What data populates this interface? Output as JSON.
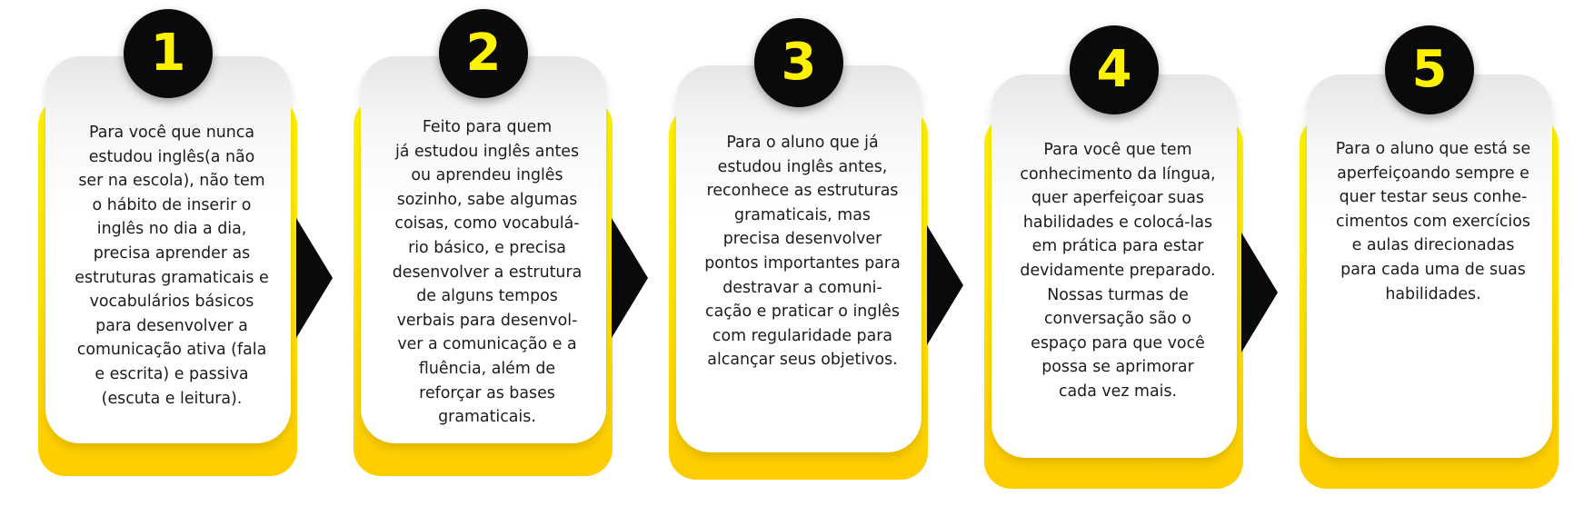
{
  "steps": [
    {
      "number": "1",
      "text": "Para você que nunca\nestudou inglês(a não\nser na escola), não tem\no hábito de inserir o\ninglês no dia a dia,\nprecisa aprender as\nestruturas gramaticais e\nvocabulários básicos\npara desenvolver a\ncomunicação ativa (fala\ne escrita) e passiva\n(escuta e leitura)."
    },
    {
      "number": "2",
      "text": "Feito para quem\njá estudou inglês antes\nou aprendeu inglês\nsozinho, sabe algumas\ncoisas, como vocabulá-\nrio básico, e precisa\ndesenvolver a estrutura\nde alguns tempos\nverbais para desenvol-\nver a comunicação e a\nfluência, além de\nreforçar as bases\ngramaticais."
    },
    {
      "number": "3",
      "text": "Para o aluno que já\nestudou inglês antes,\nreconhece as estruturas\ngramaticais, mas\nprecisa desenvolver\npontos importantes para\ndestravar a comuni-\ncação e praticar o inglês\ncom regularidade para\nalcançar seus objetivos."
    },
    {
      "number": "4",
      "text": "Para você que tem\nconhecimento da língua,\nquer aperfeiçoar suas\nhabilidades e colocá-las\nem prática para estar\ndevidamente preparado.\nNossas turmas de\nconversação são o\nespaço para que você\npossa se aprimorar\ncada vez mais."
    },
    {
      "number": "5",
      "text": "Para o aluno que está se\naperfeiçoando sempre e\nquer testar seus conhe-\ncimentos com exercícios\ne aulas direcionadas\npara cada uma de suas\nhabilidades."
    }
  ],
  "colors": {
    "accent": "#fff200",
    "badge": "#0a0a0a",
    "arrow": "#0a0a0a"
  }
}
